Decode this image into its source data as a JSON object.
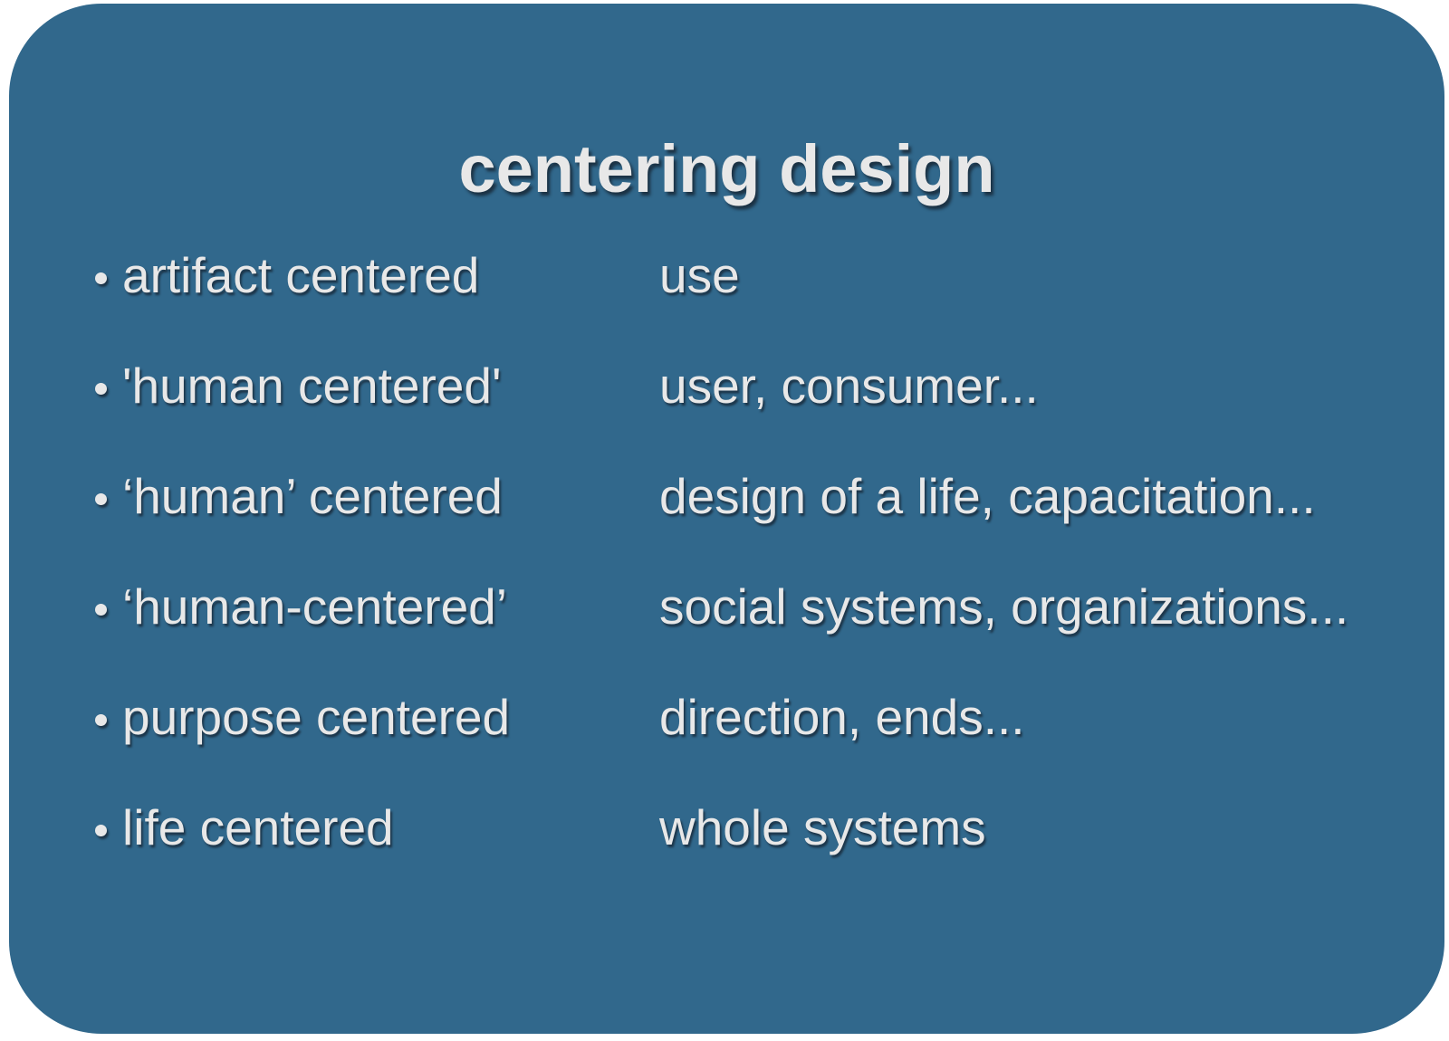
{
  "slide": {
    "title": "centering design",
    "bullets": [
      {
        "term": "artifact centered",
        "description": "use"
      },
      {
        "term": "'human centered'",
        "description": "user, consumer..."
      },
      {
        "term": "‘human’ centered",
        "description": "design of a life, capacitation..."
      },
      {
        "term": "‘human-centered’",
        "description": "social systems, organizations..."
      },
      {
        "term": "purpose centered",
        "description": "direction, ends..."
      },
      {
        "term": "life centered",
        "description": "whole systems"
      }
    ],
    "colors": {
      "slide_background": "#31688C",
      "text": "#E8E8E8",
      "page_background": "#FFFFFF"
    }
  }
}
